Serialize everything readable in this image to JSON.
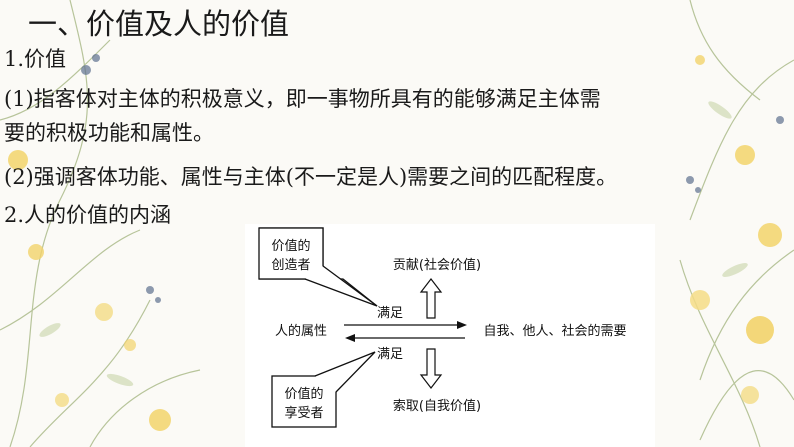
{
  "slide": {
    "title": "一、价值及人的价值",
    "section1": "1.价值",
    "point1_line1": "(1)指客体对主体的积极意义，即一事物所具有的能够满足主体需",
    "point1_line2": "要的积极功能和属性。",
    "point2": "(2)强调客体功能、属性与主体(不一定是人)需要之间的匹配程度。",
    "section2": "2.人的价值的内涵"
  },
  "diagram": {
    "creator_box_line1": "价值的",
    "creator_box_line2": "创造者",
    "enjoyer_box_line1": "价值的",
    "enjoyer_box_line2": "享受者",
    "contribution": "贡献(社会价值)",
    "claim": "索取(自我价值)",
    "satisfy_top": "满足",
    "satisfy_bottom": "满足",
    "human_attributes": "人的属性",
    "needs": "自我、他人、社会的需要"
  },
  "colors": {
    "background": "#fbfaf6",
    "flower_yellow": "#f2d36b",
    "leaf_green": "#a9b98a",
    "berry_blue": "#5c6f8e",
    "text": "#1a1a1a"
  }
}
